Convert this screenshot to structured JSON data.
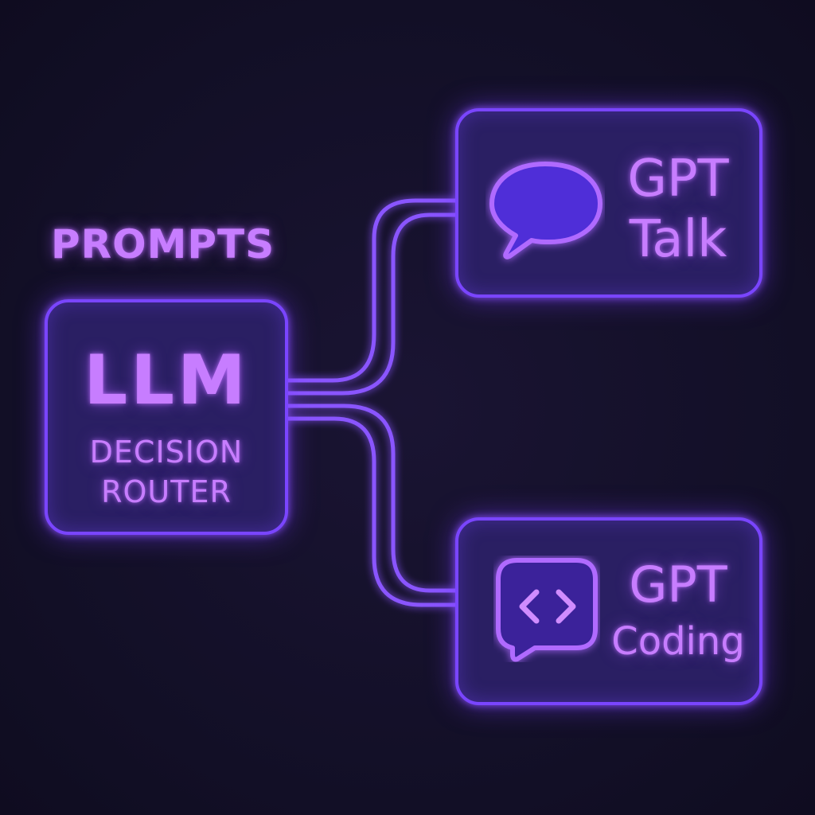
{
  "diagram": {
    "label": "PROMPTS",
    "router": {
      "title": "LLM",
      "subtitle_line1": "DECISION",
      "subtitle_line2": "ROUTER"
    },
    "nodes": [
      {
        "line1": "GPT",
        "line2": "Talk",
        "icon": "chat-bubble-icon"
      },
      {
        "line1": "GPT",
        "line2": "Coding",
        "icon": "code-brackets-icon"
      }
    ]
  },
  "colors": {
    "background": "#15112b",
    "accent": "#7a45ff",
    "text": "#c77dff",
    "box_fill": "#2a1f63"
  }
}
